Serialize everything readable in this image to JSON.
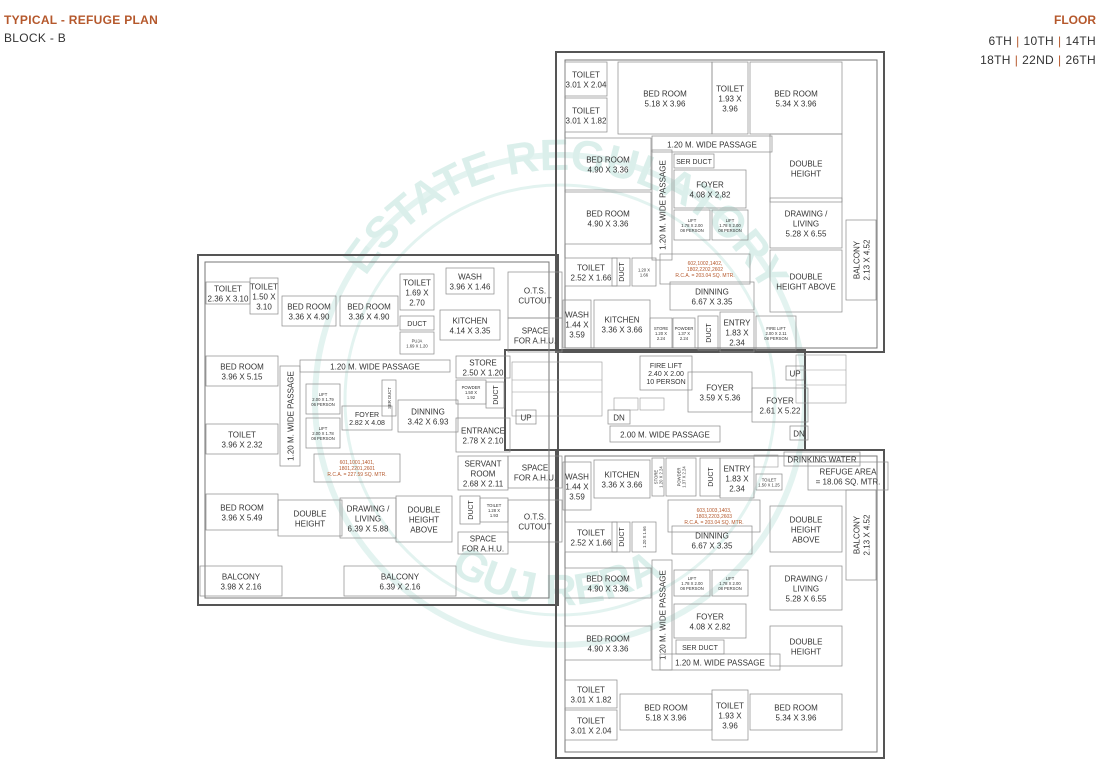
{
  "header": {
    "title": "TYPICAL - REFUGE PLAN",
    "block": "BLOCK - B",
    "floor_label": "FLOOR",
    "floors_row1": [
      "6TH",
      "10TH",
      "14TH"
    ],
    "floors_row2": [
      "18TH",
      "22ND",
      "26TH"
    ]
  },
  "watermark": {
    "top": "ESTATE REGULATORY",
    "bottom": "GUJ RERA"
  },
  "rooms": {
    "nt_toilet1": [
      "TOILET",
      "3.01 X 2.04"
    ],
    "nt_toilet2": [
      "TOILET",
      "3.01 X 1.82"
    ],
    "nt_bed1": [
      "BED ROOM",
      "5.18 X 3.96"
    ],
    "nt_toilet3": [
      "TOILET",
      "1.93 X",
      "3.96"
    ],
    "nt_bed2": [
      "BED ROOM",
      "5.34 X 3.96"
    ],
    "nt_passage": [
      "1.20 M. WIDE PASSAGE"
    ],
    "nt_bed3": [
      "BED ROOM",
      "4.90 X 3.36"
    ],
    "nt_bed4": [
      "BED ROOM",
      "4.90 X 3.36"
    ],
    "nt_vpassage": [
      "1.20 M. WIDE PASSAGE"
    ],
    "nt_serduct": [
      "SER DUCT"
    ],
    "nt_foyer": [
      "FOYER",
      "4.08 X 2.82"
    ],
    "nt_lift1": [
      "LIFT",
      "1.78 X 2.00",
      "08 PERSON"
    ],
    "nt_lift2": [
      "LIFT",
      "1.78 X 2.00",
      "08 PERSON"
    ],
    "nt_double": [
      "DOUBLE",
      "HEIGHT"
    ],
    "nt_drawing": [
      "DRAWING /",
      "LIVING",
      "5.28 X 6.55"
    ],
    "nt_double2": [
      "DOUBLE",
      "HEIGHT ABOVE"
    ],
    "nt_balcony": [
      "BALCONY",
      "2.13 X 4.52"
    ],
    "nt_toilet4": [
      "TOILET",
      "2.52 X 1.66"
    ],
    "nt_duct": [
      "DUCT"
    ],
    "nt_small": [
      "1.20 X",
      "1.66"
    ],
    "nt_rera": [
      "602,1002,1402,",
      "1802,2202,2602",
      "R.C.A. = 203.04 SQ. MTR."
    ],
    "nt_dinning": [
      "DINNING",
      "6.67 X 3.35"
    ],
    "nt_wash": [
      "WASH",
      "1.44 X",
      "3.59"
    ],
    "nt_kitchen": [
      "KITCHEN",
      "3.36 X 3.66"
    ],
    "nt_store": [
      "STORE",
      "1.20 X",
      "2.24"
    ],
    "nt_powder": [
      "POWDER",
      "1.37 X",
      "2.24"
    ],
    "nt_duct2": [
      "DUCT"
    ],
    "nt_entry": [
      "ENTRY",
      "1.83 X",
      "2.34"
    ],
    "nt_firelift": [
      "FIRE LIFT",
      "2.00 X 2.11",
      "08 PERSON"
    ],
    "c_ots1": [
      "O.T.S.",
      "CUTOUT"
    ],
    "c_ahu1": [
      "SPACE",
      "FOR A.H.U."
    ],
    "c_firelift": [
      "FIRE LIFT",
      "2.40 X 2.00",
      "10 PERSON"
    ],
    "c_foyer": [
      "FOYER",
      "3.59 X 5.36"
    ],
    "c_foyer2": [
      "FOYER",
      "2.61 X 5.22"
    ],
    "c_up": [
      "UP"
    ],
    "c_dn": [
      "DN"
    ],
    "c_up2": [
      "UP"
    ],
    "c_dn2": [
      "DN"
    ],
    "c_passage": [
      "2.00 M. WIDE PASSAGE"
    ],
    "c_ahu2": [
      "SPACE",
      "FOR A.H.U."
    ],
    "c_ots2": [
      "O.T.S.",
      "CUTOUT"
    ],
    "c_drinking": [
      "DRINKING WATER"
    ],
    "c_refuge": [
      "REFUGE AREA",
      "= 18.06 SQ. MTR."
    ],
    "c_toilet": [
      "TOILET",
      "1.50 X 1.25"
    ],
    "w_toilet1": [
      "TOILET",
      "2.36 X 3.10"
    ],
    "w_toilet2": [
      "TOILET",
      "1.50 X",
      "3.10"
    ],
    "w_bed1": [
      "BED ROOM",
      "3.36 X 4.90"
    ],
    "w_bed2": [
      "BED ROOM",
      "3.36 X 4.90"
    ],
    "w_toilet3": [
      "TOILET",
      "1.69 X",
      "2.70"
    ],
    "w_duct": [
      "DUCT"
    ],
    "w_puja": [
      "PUJA",
      "1.69 X 1.20"
    ],
    "w_wash": [
      "WASH",
      "3.96 X 1.46"
    ],
    "w_kitchen": [
      "KITCHEN",
      "4.14 X 3.35"
    ],
    "w_bed3": [
      "BED ROOM",
      "3.96 X 5.15"
    ],
    "w_passage": [
      "1.20 M. WIDE PASSAGE"
    ],
    "w_vpassage": [
      "1.20 M. WIDE PASSAGE"
    ],
    "w_lift1": [
      "LIFT",
      "2.00 X 1.79",
      "06 PERSON"
    ],
    "w_lift2": [
      "LIFT",
      "2.00 X 1.78",
      "08 PERSON"
    ],
    "w_foyer": [
      "FOYER",
      "2.82 X 4.08"
    ],
    "w_serduct": [
      "SER DUCT"
    ],
    "w_dinning": [
      "DINNING",
      "3.42 X 6.93"
    ],
    "w_store": [
      "STORE",
      "2.50 X 1.20"
    ],
    "w_powder": [
      "POWDER",
      "1.50 X",
      "1.92"
    ],
    "w_duct2": [
      "DUCT"
    ],
    "w_entrance": [
      "ENTRANCE",
      "2.78 X 2.10"
    ],
    "w_toilet4": [
      "TOILET",
      "3.96 X 2.32"
    ],
    "w_rera": [
      "601,1001,1401,",
      "1801,2201,2601",
      "R.C.A. = 227.59 SQ. MTR."
    ],
    "w_servant": [
      "SERVANT",
      "ROOM",
      "2.68 X 2.11"
    ],
    "w_duct3": [
      "DUCT"
    ],
    "w_toilet5": [
      "TOILET",
      "1.28 X",
      "1.93"
    ],
    "w_ahu": [
      "SPACE",
      "FOR A.H.U."
    ],
    "w_bed4": [
      "BED ROOM",
      "3.96 X 5.49"
    ],
    "w_double": [
      "DOUBLE",
      "HEIGHT"
    ],
    "w_drawing": [
      "DRAWING /",
      "LIVING",
      "6.39 X 5.88"
    ],
    "w_double2": [
      "DOUBLE",
      "HEIGHT",
      "ABOVE"
    ],
    "w_balcony1": [
      "BALCONY",
      "3.98 X 2.16"
    ],
    "w_balcony2": [
      "BALCONY",
      "6.39 X 2.16"
    ],
    "st_wash": [
      "WASH",
      "1.44 X",
      "3.59"
    ],
    "st_kitchen": [
      "KITCHEN",
      "3.36 X 3.66"
    ],
    "st_store": [
      "STORE",
      "1.20 X 2.24"
    ],
    "st_powder": [
      "POWDER",
      "1.37 X 2.24"
    ],
    "st_duct": [
      "DUCT"
    ],
    "st_entry": [
      "ENTRY",
      "1.83 X",
      "2.34"
    ],
    "st_toilet1": [
      "TOILET",
      "2.52 X 1.66"
    ],
    "st_duct2": [
      "DUCT"
    ],
    "st_small": [
      "1.20 X 1.66"
    ],
    "st_rera": [
      "603,1003,1403,",
      "1803,2203,2603",
      "R.C.A. = 203.04 SQ. MTR."
    ],
    "st_dinning": [
      "DINNING",
      "6.67 X 3.35"
    ],
    "st_double": [
      "DOUBLE",
      "HEIGHT",
      "ABOVE"
    ],
    "st_balcony": [
      "BALCONY",
      "2.13 X 4.52"
    ],
    "st_bed1": [
      "BED ROOM",
      "4.90 X 3.36"
    ],
    "st_lift1": [
      "LIFT",
      "1.78 X 2.00",
      "08 PERSON"
    ],
    "st_lift2": [
      "LIFT",
      "1.78 X 2.00",
      "08 PERSON"
    ],
    "st_drawing": [
      "DRAWING /",
      "LIVING",
      "5.28 X 6.55"
    ],
    "st_vpassage": [
      "1.20 M. WIDE PASSAGE"
    ],
    "st_foyer": [
      "FOYER",
      "4.08 X 2.82"
    ],
    "st_bed2": [
      "BED ROOM",
      "4.90 X 3.36"
    ],
    "st_serduct": [
      "SER DUCT"
    ],
    "st_double2": [
      "DOUBLE",
      "HEIGHT"
    ],
    "st_passage": [
      "1.20 M. WIDE PASSAGE"
    ],
    "st_toilet2": [
      "TOILET",
      "3.01 X 1.82"
    ],
    "st_bed3": [
      "BED ROOM",
      "5.18 X 3.96"
    ],
    "st_toilet3": [
      "TOILET",
      "1.93 X",
      "3.96"
    ],
    "st_bed4": [
      "BED ROOM",
      "5.34 X 3.96"
    ],
    "st_toilet4": [
      "TOILET",
      "3.01 X 2.04"
    ]
  }
}
